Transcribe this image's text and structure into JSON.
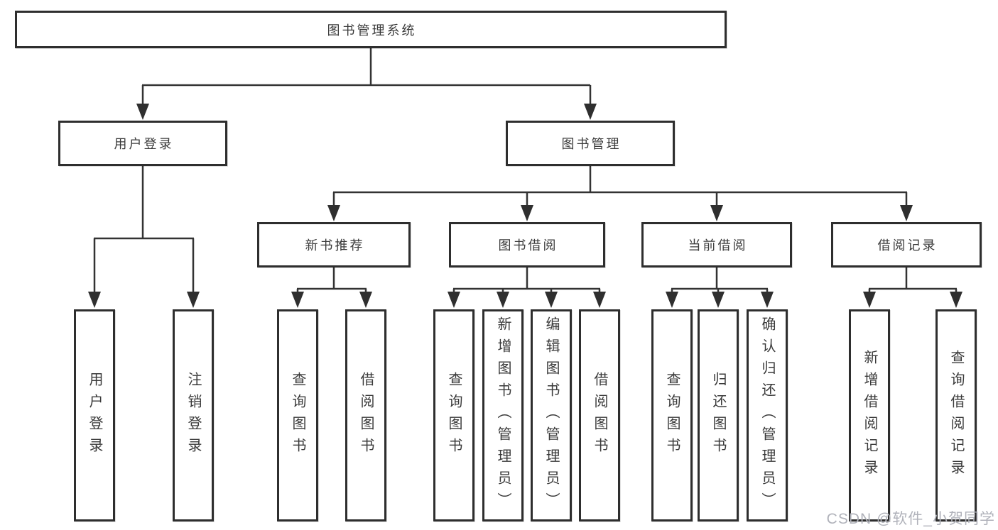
{
  "tree": {
    "label": "图书管理系统",
    "children": [
      {
        "label": "用户登录",
        "children": [
          {
            "label": "用户登录"
          },
          {
            "label": "注销登录"
          }
        ]
      },
      {
        "label": "图书管理",
        "children": [
          {
            "label": "新书推荐",
            "children": [
              {
                "label": "查询图书"
              },
              {
                "label": "借阅图书"
              }
            ]
          },
          {
            "label": "图书借阅",
            "children": [
              {
                "label": "查询图书"
              },
              {
                "label": "新增图书（管理员）"
              },
              {
                "label": "编辑图书（管理员）"
              },
              {
                "label": "借阅图书"
              }
            ]
          },
          {
            "label": "当前借阅",
            "children": [
              {
                "label": "查询图书"
              },
              {
                "label": "归还图书"
              },
              {
                "label": "确认归还（管理员）"
              }
            ]
          },
          {
            "label": "借阅记录",
            "children": [
              {
                "label": "新增借阅记录"
              },
              {
                "label": "查询借阅记录"
              }
            ]
          }
        ]
      }
    ]
  },
  "watermark": {
    "text": "CSDN @软件_小贺同学"
  },
  "colors": {
    "background": "#ffffff",
    "box_border": "#2e2e2e",
    "box_text": "#3a3a3a",
    "connector_line": "#333333",
    "arrowhead": "#2f2f2f",
    "watermark_text": "#b0b2ba"
  }
}
